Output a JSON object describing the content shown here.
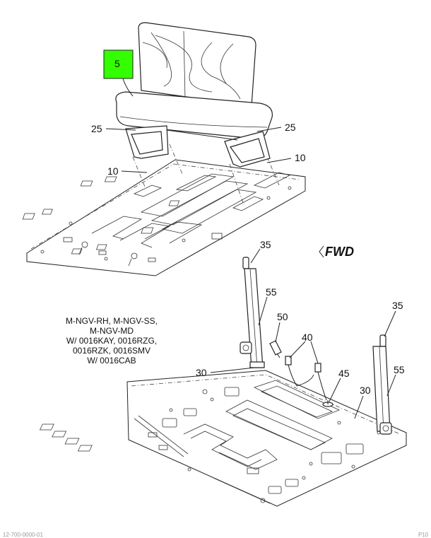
{
  "callouts": {
    "c5": "5",
    "c25_left": "25",
    "c25_right": "25",
    "c10_left": "10",
    "c10_right": "10",
    "c35_left": "35",
    "c55_left": "55",
    "c50": "50",
    "c40": "40",
    "c45": "45",
    "c30_left": "30",
    "c30_right": "30",
    "c35_right": "35",
    "c55_right": "55"
  },
  "fwd_label": "FWD",
  "applicability_note": [
    "M-NGV-RH, M-NGV-SS,",
    "M-NGV-MD",
    "W/ 0016KAY, 0016RZG,",
    "0016RZK, 0016SMV",
    "W/ 0016CAB"
  ],
  "footer": {
    "left": "12-700-0000-01",
    "right": "P10"
  },
  "colors": {
    "highlight": "#33ff00",
    "line": "#222222"
  }
}
